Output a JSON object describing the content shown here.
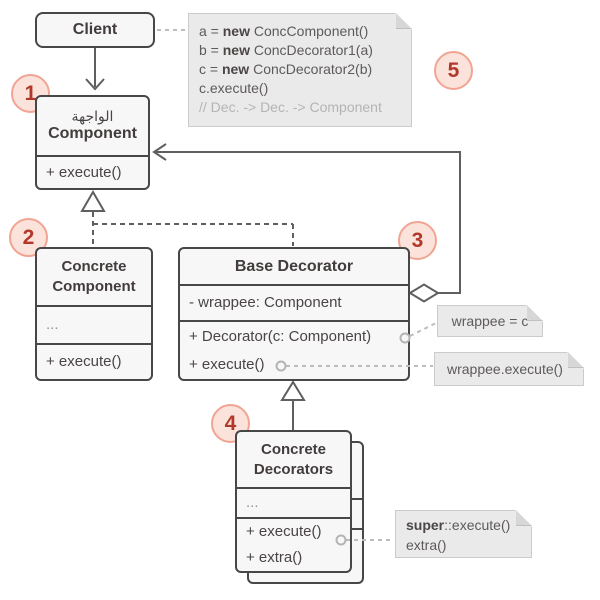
{
  "classes": {
    "client": {
      "title": "Client"
    },
    "component": {
      "stereotype": "الواجهة",
      "title": "Component",
      "methods": [
        "+ execute()"
      ]
    },
    "concrete_component": {
      "title_lines": [
        "Concrete",
        "Component"
      ],
      "ellipsis": "...",
      "methods": [
        "+ execute()"
      ]
    },
    "base_decorator": {
      "title": "Base Decorator",
      "attributes": [
        "- wrappee: Component"
      ],
      "methods": [
        "+ Decorator(c: Component)",
        "+ execute()"
      ]
    },
    "concrete_decorators": {
      "title_lines": [
        "Concrete",
        "Decorators"
      ],
      "ellipsis": "...",
      "methods": [
        "+ execute()",
        "+ extra()"
      ]
    }
  },
  "badges": {
    "b1": "1",
    "b2": "2",
    "b3": "3",
    "b4": "4",
    "b5": "5"
  },
  "code_note": {
    "lines": [
      {
        "pre": "a = ",
        "kw": "new",
        "post": " ConcComponent()"
      },
      {
        "pre": "b = ",
        "kw": "new",
        "post": " ConcDecorator1(a)"
      },
      {
        "pre": "c = ",
        "kw": "new",
        "post": " ConcDecorator2(b)"
      },
      {
        "pre": "c.execute()",
        "kw": "",
        "post": ""
      }
    ],
    "comment": "// Dec. -> Dec. -> Component"
  },
  "notes": {
    "wrappee_assign": "wrappee = c",
    "wrappee_exec": "wrappee.execute()",
    "super_kw": "super",
    "super_post": "::execute()",
    "super_line2": "extra()"
  },
  "colors": {
    "badge_fill": "#fbe3db",
    "badge_border": "#f1a493",
    "badge_text": "#b2382c",
    "box_fill": "#f7f7f7",
    "box_border": "#474747",
    "note_fill": "#eaeaea",
    "note_border": "#cbcbcb",
    "connector": "#5f5f5f",
    "note_connector": "#bcbcbc",
    "comment_text": "#b4b4b4"
  }
}
